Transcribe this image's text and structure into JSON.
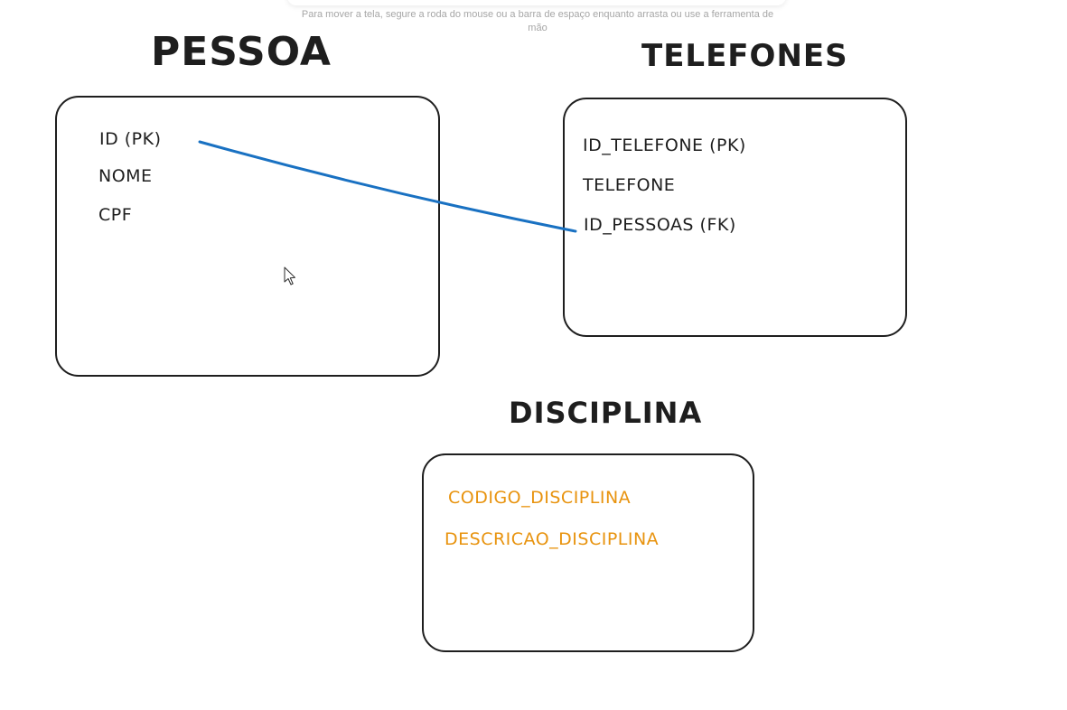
{
  "hint": {
    "text": "Para mover a tela, segure a roda do mouse ou a barra de espaço enquanto arrasta ou use a ferramenta de mão"
  },
  "tables": {
    "pessoa": {
      "title": "PESSOA",
      "fields": [
        "ID (PK)",
        "NOME",
        "CPF"
      ]
    },
    "telefones": {
      "title": "TELEFONES",
      "fields": [
        "ID_TELEFONE (PK)",
        "TELEFONE",
        "ID_PESSOAS (FK)"
      ]
    },
    "disciplina": {
      "title": "DISCIPLINA",
      "fields": [
        "CODIGO_DISCIPLINA",
        "DESCRICAO_DISCIPLINA"
      ]
    }
  },
  "colors": {
    "stroke": "#1e1e1e",
    "connector": "#1971c2",
    "highlight_text": "#e8930e",
    "hint_text": "#a6a6a6"
  },
  "icons": {
    "cursor": "mouse-pointer-icon"
  }
}
